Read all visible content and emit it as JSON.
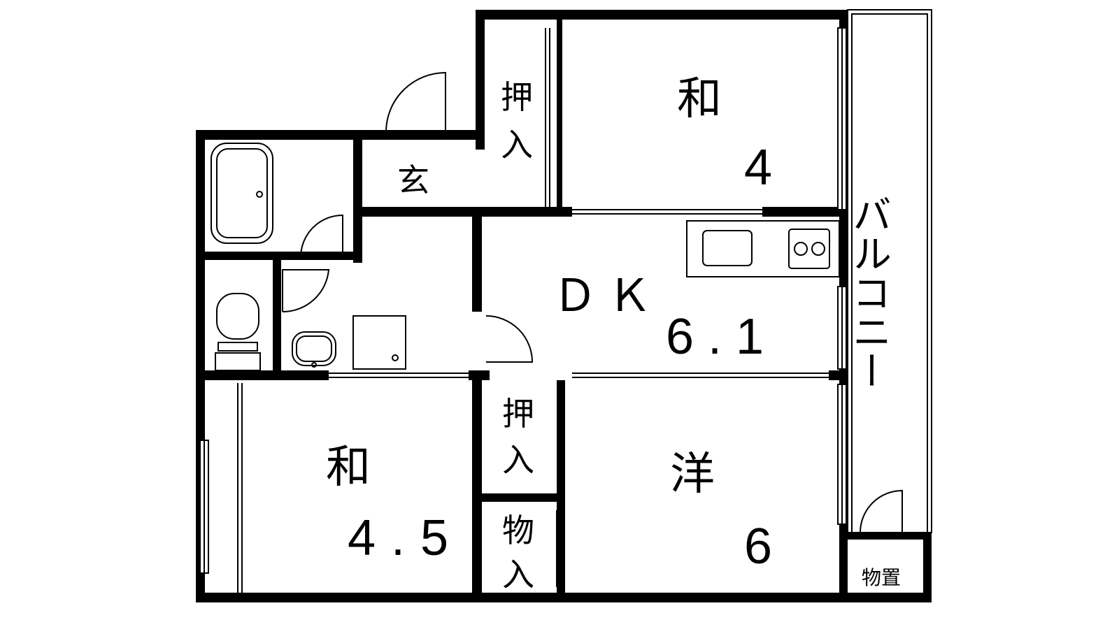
{
  "rooms": {
    "washitsu_top": {
      "kind": "和",
      "size": "4"
    },
    "oshiire_top": {
      "line1": "押",
      "line2": "入"
    },
    "genkan": {
      "label": "玄"
    },
    "dk": {
      "kind": "ＤＫ",
      "size": "6.1"
    },
    "balcony": {
      "label": "バルコニー"
    },
    "washitsu_bottom": {
      "kind": "和",
      "size": "4.5"
    },
    "oshiire_bottom": {
      "line1": "押",
      "line2": "入"
    },
    "monoire": {
      "line1": "物",
      "line2": "入"
    },
    "yoshitsu": {
      "kind": "洋",
      "size": "6"
    },
    "monooki": {
      "label": "物置"
    }
  }
}
